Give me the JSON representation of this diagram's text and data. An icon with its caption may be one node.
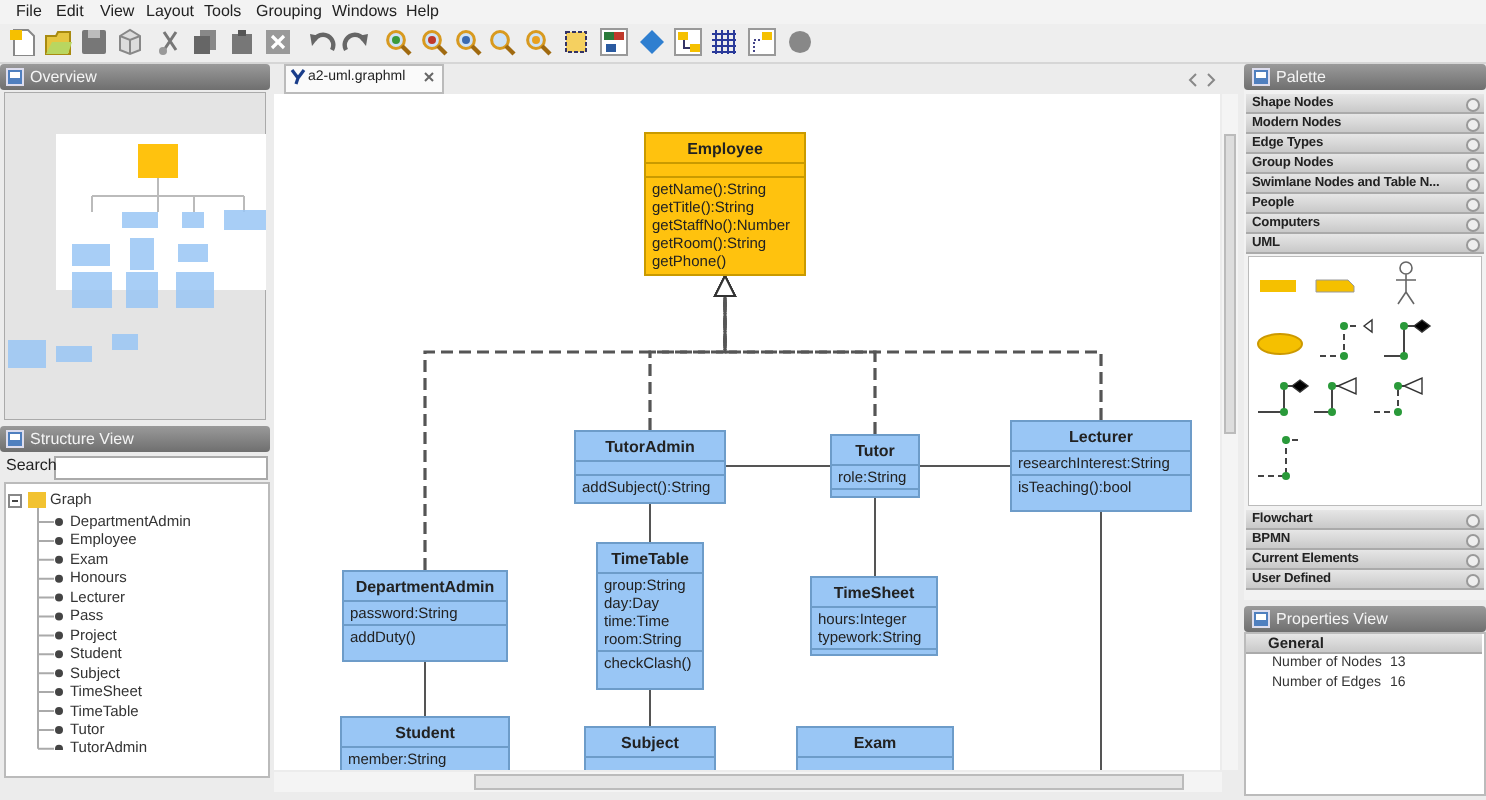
{
  "diagram": {
    "nodes": [
      {
        "text": [
          "Employee",
          "getName():String",
          "getTitle():String",
          "getStaffNo():Number",
          "getRoom():String",
          "getPhone()"
        ]
      },
      {
        "text": [
          "TutorAdmin",
          "addSubject():String"
        ]
      },
      {
        "text": [
          "Tutor",
          "role:String"
        ]
      },
      {
        "text": [
          "Lecturer",
          "researchInterest:String",
          "isTeaching():bool"
        ]
      },
      {
        "text": [
          "DepartmentAdmin",
          "password:String",
          "addDuty()"
        ]
      },
      {
        "text": [
          "TimeTable",
          "group:String",
          "day:Day",
          "time:Time",
          "room:String",
          "checkClash()"
        ]
      },
      {
        "text": [
          "TimeSheet",
          "hours:Integer",
          "typework:String"
        ]
      },
      {
        "text": [
          "Student",
          "member:String"
        ]
      },
      {
        "text": [
          "Subject"
        ]
      },
      {
        "text": [
          "Exam"
        ]
      }
    ],
    "edges": [
      {
        "from": 4,
        "to": 0,
        "arrow": "to",
        "style": "dashed"
      },
      {
        "from": 1,
        "to": 0,
        "arrow": "to",
        "style": "dashed"
      },
      {
        "from": 2,
        "to": 0,
        "arrow": "to",
        "style": "dashed"
      },
      {
        "from": 3,
        "to": 0,
        "arrow": "to",
        "style": "dashed"
      },
      {
        "from": 1,
        "to": 2,
        "arrow": "none"
      },
      {
        "from": 2,
        "to": 3,
        "arrow": "none"
      },
      {
        "from": 1,
        "to": 5,
        "arrow": "none"
      },
      {
        "from": 5,
        "to": 8,
        "arrow": "none"
      },
      {
        "from": 2,
        "to": 6,
        "arrow": "none"
      },
      {
        "from": 4,
        "to": 7,
        "arrow": "none"
      },
      {
        "from": 3,
        "to": null,
        "arrow": "none"
      }
    ],
    "labels": [
      "File",
      "Edit",
      "View",
      "Layout",
      "Tools",
      "Grouping",
      "Windows",
      "Help",
      "Overview",
      "a2-uml.graphml",
      "Structure View",
      "Search",
      "Graph",
      "DepartmentAdmin",
      "Employee",
      "Exam",
      "Honours",
      "Lecturer",
      "Pass",
      "Project",
      "Student",
      "Subject",
      "TimeSheet",
      "TimeTable",
      "Tutor",
      "TutorAdmin",
      "Palette",
      "Shape Nodes",
      "Modern Nodes",
      "Edge Types",
      "Group Nodes",
      "Swimlane Nodes and Table N...",
      "People",
      "Computers",
      "UML",
      "Flowchart",
      "BPMN",
      "Current Elements",
      "User Defined",
      "Properties View",
      "General",
      "Number of Nodes",
      "13",
      "Number of Edges",
      "16"
    ]
  }
}
